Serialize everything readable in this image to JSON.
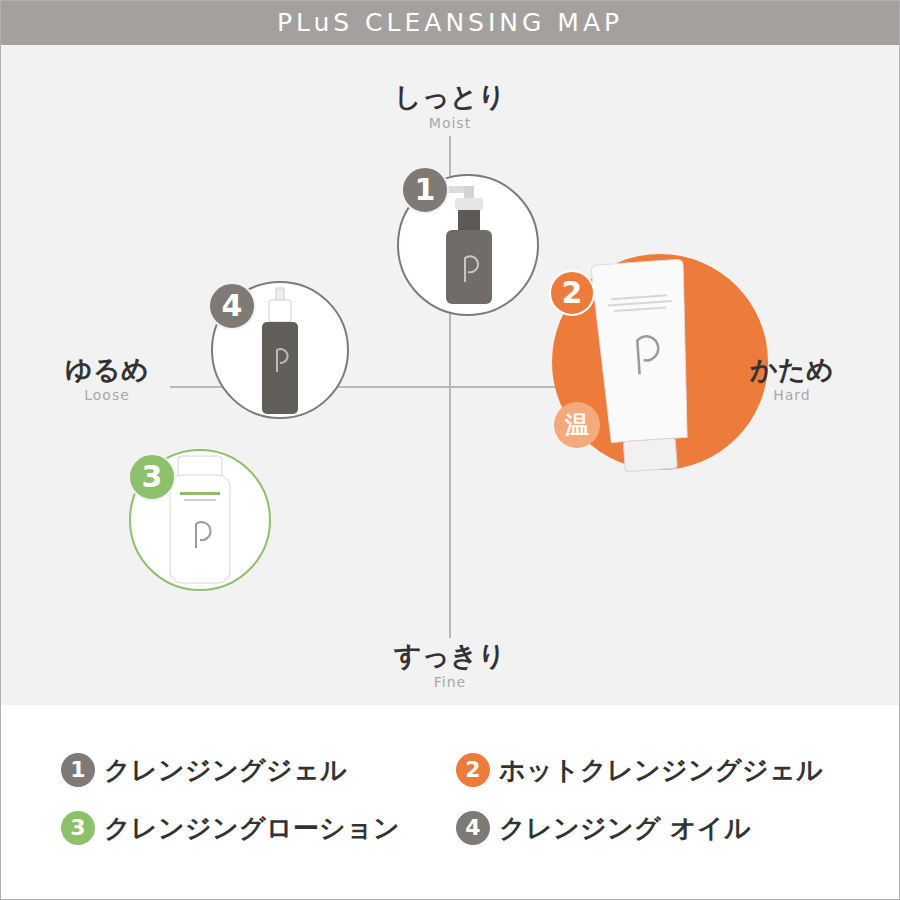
{
  "diagram": {
    "title": "PLuS CLEANSING MAP",
    "nodes": [
      {
        "text": [
          "1"
        ]
      },
      {
        "text": [
          "2"
        ]
      },
      {
        "text": [
          "4"
        ]
      },
      {
        "text": [
          "温"
        ]
      },
      {
        "text": [
          "3"
        ]
      }
    ],
    "labels": [
      "しっとり",
      "Moist",
      "ゆるめ",
      "Loose",
      "かため",
      "Hard",
      "すっきり",
      "Fine",
      "1",
      "2",
      "3",
      "4"
    ],
    "legend": [
      {
        "text": "クレンジングジェル",
        "color": "#7f7a75"
      },
      {
        "text": "ホットクレンジングジェル",
        "color": "#ec7b3c"
      },
      {
        "text": "クレンジングローション",
        "color": "#8dc06a"
      },
      {
        "text": "クレンジング オイル",
        "color": "#7f7a75"
      }
    ]
  }
}
